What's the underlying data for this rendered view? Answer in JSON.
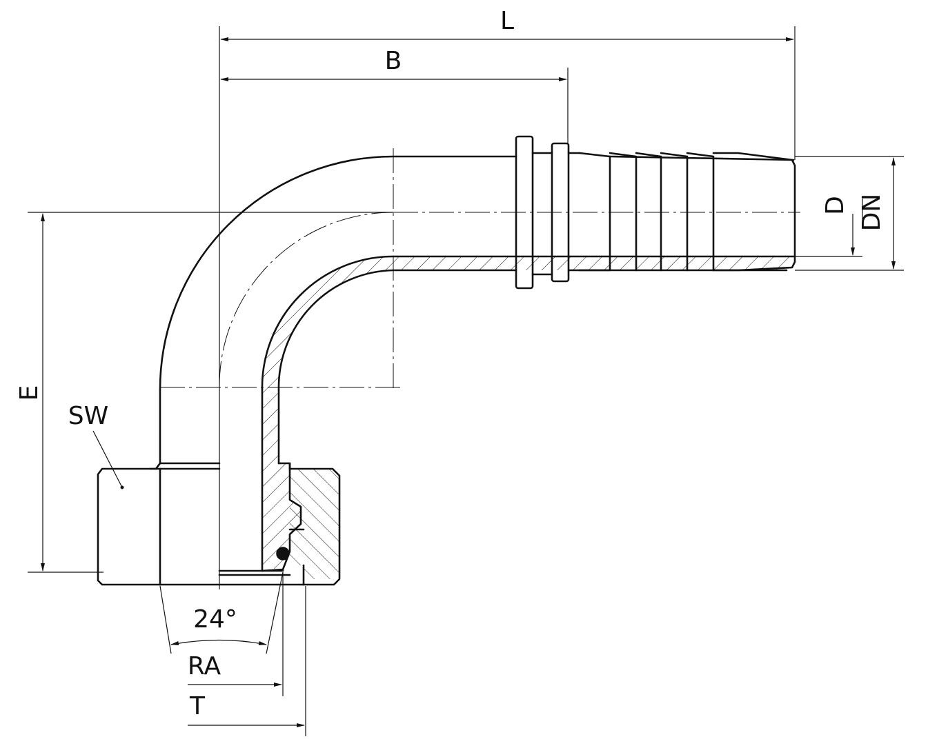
{
  "drawing": {
    "dimensions": {
      "L": "L",
      "B": "B",
      "E": "E",
      "D": "D",
      "DN": "DN",
      "SW": "SW",
      "angle": "24°",
      "RA": "RA",
      "T": "T"
    },
    "line_color": "#111111",
    "background_color": "#ffffff"
  }
}
